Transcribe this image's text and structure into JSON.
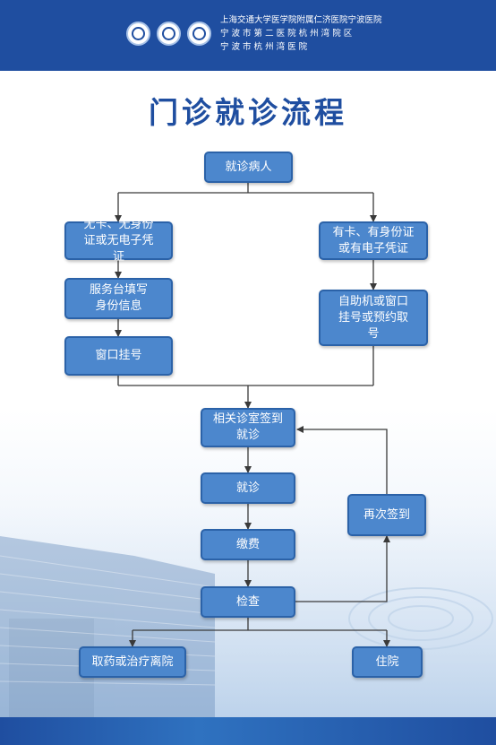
{
  "header": {
    "line1": "上海交通大学医学院附属仁济医院宁波医院",
    "line2": "宁 波 市 第 二 医 院 杭 州 湾 院 区",
    "line3": "宁 波 市 杭 州 湾 医 院",
    "logos": [
      "hospital-logo",
      "university-logo",
      "hangzhou-bay-logo"
    ]
  },
  "title": "门诊就诊流程",
  "flow": {
    "start": "就诊病人",
    "no_card": "无卡、无身份证或无电子凭证",
    "with_card": "有卡、有身份证或有电子凭证",
    "service_desk": "服务台填写身份信息",
    "window_register": "窗口挂号",
    "self_service": "自助机或窗口挂号或预约取号",
    "checkin": "相关诊室签到就诊",
    "consult": "就诊",
    "payment": "缴费",
    "exam": "检查",
    "recheckin": "再次签到",
    "medicine_leave": "取药或治疗离院",
    "hospitalize": "住院"
  },
  "colors": {
    "header_bg": "#1f4ea0",
    "box_fill": "#4c87cd",
    "box_border": "#2b62a8",
    "title": "#1f4ea0",
    "connector": "#3a3a3a"
  }
}
